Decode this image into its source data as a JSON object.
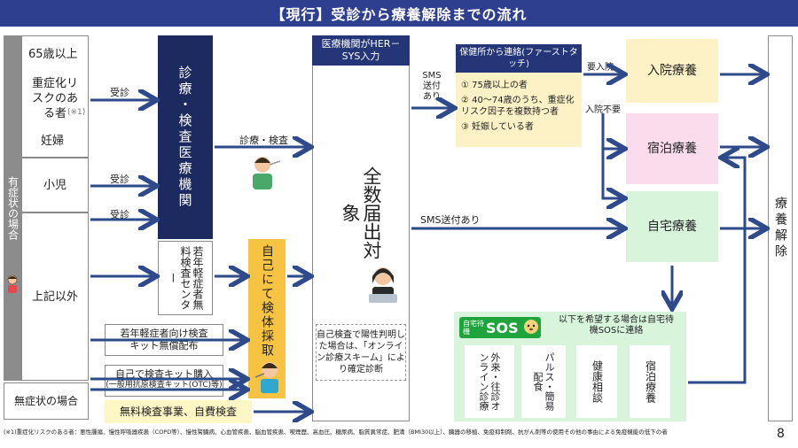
{
  "title": "【現行】受診から療養解除までの流れ",
  "left": {
    "symptomatic_label": "有症状の場合",
    "asymptomatic_label": "無症状の場合",
    "age65": "65歳以上",
    "risk": "重症化リスクのある者",
    "risk_note": "(※1)",
    "pregnant": "妊婦",
    "child": "小児",
    "other": "上記以外"
  },
  "edges": {
    "jushin1": "受診",
    "jushin2": "受診",
    "jushin3": "受診",
    "shinryo_kensa": "診療・検査",
    "sms_sent": "SMS送付あり",
    "sms_sent2": "SMS送付あり",
    "yo_nyuin": "要入院",
    "nyuin_fuyo": "入院不要"
  },
  "clinic": "診療・検査医療機関",
  "young_center": "若年軽症者無料検査センター",
  "self_sample": "自己にて検体採取",
  "kit_free": "若年軽症者向け検査キット無償配布",
  "kit_buy": "自己で検査キット購入",
  "kit_buy_note": "(一般用抗原検査キット(OTC)等)",
  "free_test": "無料検査事業、自費検査",
  "her_sys": "医療機関がHER－SYS入力",
  "zensu": "全数届出対象",
  "online_note": "自己検査で陽性判明した場合は、「オンライン診療スキーム」により確定診断",
  "sms_label": "SMS送付あり",
  "health_center": {
    "header": "保健所から連絡(ファーストタッチ)",
    "items": [
      "① 75歳以上の者",
      "② 40～74歳のうち、重症化リスク因子を複数持つ者",
      "③ 妊娠している者"
    ]
  },
  "outcomes": {
    "hospital": "入院療養",
    "hotel": "宿泊療養",
    "home": "自宅療養",
    "release": "療養解除"
  },
  "sos": {
    "logo_small": "自宅待機",
    "logo_big": "SOS",
    "desc": "以下を希望する場合は自宅待機SOSに連絡",
    "items": [
      "外来・往診オンライン診療",
      "パルス・簡易配食",
      "健康相談",
      "宿泊療養"
    ]
  },
  "footnote": "(※1)重症化リスクのある者：悪性腫瘍、慢性呼吸器疾患（COPD等）、慢性腎臓病、心血管疾患、脳血管疾患、喫煙歴、高血圧、糖尿病、脂質異常症、肥満（BMI30以上）、臓器の移植、免疫抑制剤、抗がん剤等の使用その他の事由による免疫機能の低下の者",
  "page_number": "8"
}
